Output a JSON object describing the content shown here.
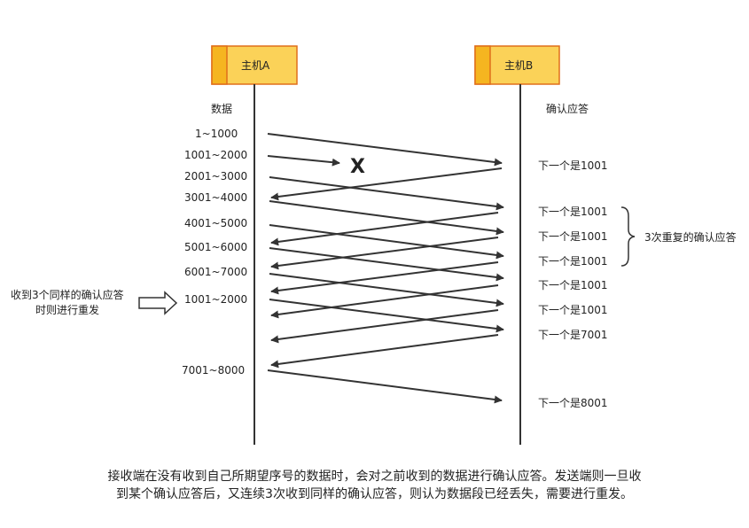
{
  "hosts": {
    "a": "主机A",
    "b": "主机B"
  },
  "column_headers": {
    "data": "数据",
    "ack": "确认应答"
  },
  "data_segments": [
    "1~1000",
    "1001~2000",
    "2001~3000",
    "3001~4000",
    "4001~5000",
    "5001~6000",
    "6001~7000",
    "1001~2000",
    "7001~8000"
  ],
  "lost_mark": "X",
  "ack_labels": [
    "下一个是1001",
    "下一个是1001",
    "下一个是1001",
    "下一个是1001",
    "下一个是1001",
    "下一个是1001",
    "下一个是7001",
    "下一个是8001"
  ],
  "duplicate_note": "3次重复的确认应答",
  "retransmit_note": [
    "收到3个同样的确认应答",
    "时则进行重发"
  ],
  "caption": [
    "接收端在没有收到自己所期望序号的数据时，会对之前收到的数据进行确认应答。发送端则一旦收",
    "到某个确认应答后，又连续3次收到同样的确认应答，则认为数据段已经丢失，需要进行重发。"
  ],
  "colors": {
    "host_fill": "#fbd258",
    "host_tab": "#f5b520",
    "host_border": "#e06f1a",
    "line": "#333333"
  }
}
